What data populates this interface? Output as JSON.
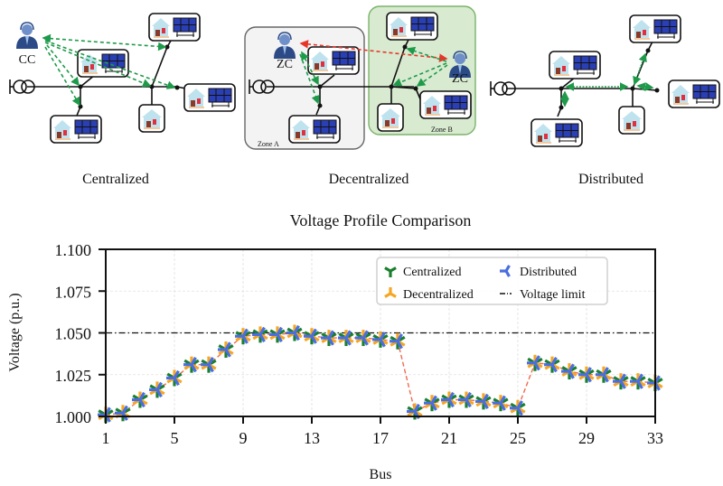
{
  "panels": [
    {
      "label": "Centralized",
      "controller_label": "CC"
    },
    {
      "label": "Decentralized",
      "controller_label": "ZC",
      "zones": [
        "Zone A",
        "Zone B"
      ]
    },
    {
      "label": "Distributed"
    }
  ],
  "colors": {
    "centralized": "#1a7f2e",
    "decentralized": "#f5a623",
    "distributed": "#4a6ee0",
    "connect_line": "#f06a50",
    "comm_green": "#1e9a4a",
    "comm_red": "#e8352a",
    "zone_a_fill": "#f3f3f3",
    "zone_b_fill": "#d8ead0",
    "zone_b_border": "#7ab36a",
    "panel_blue": "#2b3fb5",
    "house_blue": "#bfe3ee"
  },
  "chart_data": {
    "type": "scatter",
    "title": "Voltage Profile Comparison",
    "xlabel": "Bus",
    "ylabel": "Voltage (p.u.)",
    "xlim": [
      1,
      33
    ],
    "ylim": [
      1.0,
      1.1
    ],
    "xticks": [
      "1",
      "5",
      "9",
      "13",
      "17",
      "21",
      "25",
      "29",
      "33"
    ],
    "yticks": [
      "1.000",
      "1.025",
      "1.050",
      "1.075",
      "1.100"
    ],
    "grid": true,
    "legend_position": "top-center",
    "voltage_limit": 1.05,
    "x": [
      1,
      2,
      3,
      4,
      5,
      6,
      7,
      8,
      9,
      10,
      11,
      12,
      13,
      14,
      15,
      16,
      17,
      18,
      19,
      20,
      21,
      22,
      23,
      24,
      25,
      26,
      27,
      28,
      29,
      30,
      31,
      32,
      33
    ],
    "series": [
      {
        "name": "Centralized",
        "marker": "tri_down",
        "values": [
          1.001,
          1.002,
          1.01,
          1.016,
          1.023,
          1.031,
          1.031,
          1.04,
          1.048,
          1.049,
          1.049,
          1.05,
          1.048,
          1.047,
          1.047,
          1.047,
          1.046,
          1.045,
          1.003,
          1.008,
          1.01,
          1.01,
          1.009,
          1.008,
          1.005,
          1.032,
          1.031,
          1.027,
          1.025,
          1.025,
          1.021,
          1.021,
          1.02
        ]
      },
      {
        "name": "Decentralized",
        "marker": "tri_up",
        "values": [
          1.001,
          1.002,
          1.01,
          1.016,
          1.023,
          1.031,
          1.031,
          1.04,
          1.048,
          1.049,
          1.049,
          1.05,
          1.048,
          1.047,
          1.047,
          1.047,
          1.046,
          1.045,
          1.003,
          1.008,
          1.01,
          1.01,
          1.009,
          1.008,
          1.005,
          1.032,
          1.031,
          1.027,
          1.025,
          1.025,
          1.021,
          1.021,
          1.02
        ]
      },
      {
        "name": "Distributed",
        "marker": "tri_left",
        "values": [
          1.001,
          1.002,
          1.01,
          1.016,
          1.023,
          1.031,
          1.031,
          1.04,
          1.048,
          1.049,
          1.049,
          1.05,
          1.048,
          1.047,
          1.047,
          1.047,
          1.046,
          1.045,
          1.003,
          1.008,
          1.01,
          1.01,
          1.009,
          1.008,
          1.005,
          1.032,
          1.031,
          1.027,
          1.025,
          1.025,
          1.021,
          1.021,
          1.02
        ]
      }
    ],
    "legend": [
      "Centralized",
      "Distributed",
      "Decentralized",
      "Voltage limit"
    ]
  }
}
